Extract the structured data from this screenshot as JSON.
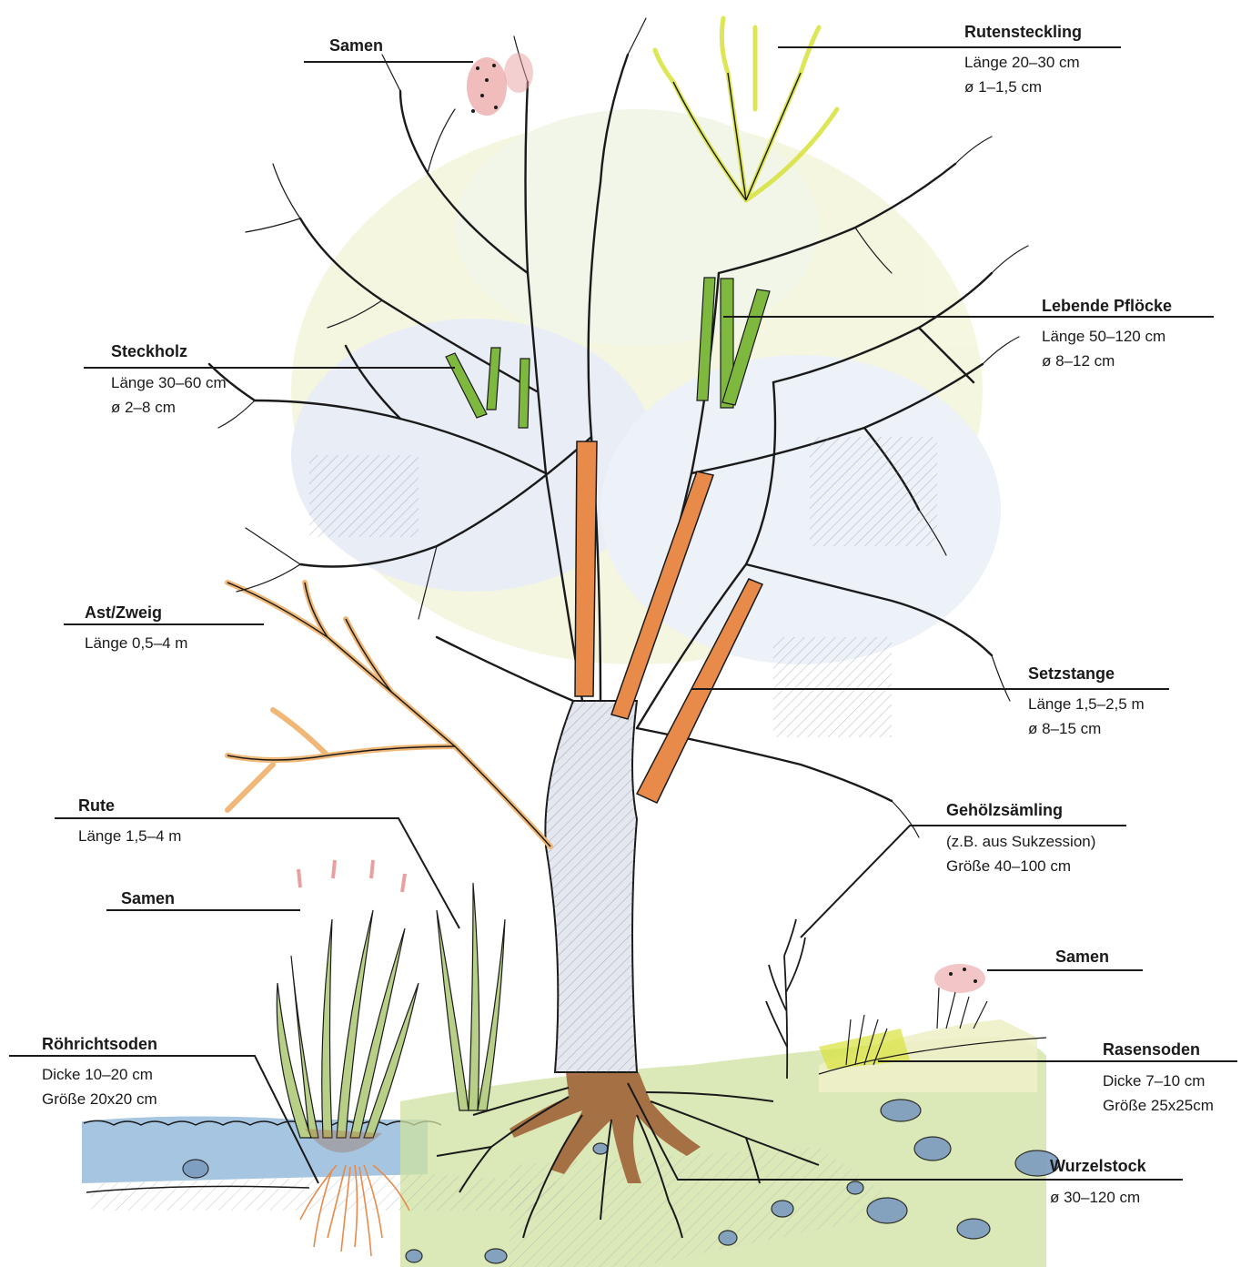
{
  "colors": {
    "ink": "#1a1a1a",
    "trunk": "#e4e7ee",
    "twig": "#d8e23a",
    "stake": "#7fb83e",
    "pole": "#e88a4a",
    "branch": "#f0b777",
    "root": "#9b5a2e",
    "water": "#8fb7d9",
    "grass": "#a9cf62",
    "seed": "#e9a0a0",
    "stone": "#7b9bbf"
  },
  "labels": {
    "samen_top": {
      "title": "Samen"
    },
    "rutensteckling": {
      "title": "Rutensteckling",
      "line1": "Länge 20–30 cm",
      "line2": "ø 1–1,5 cm"
    },
    "lebende_pfloecke": {
      "title": "Lebende Pflöcke",
      "line1": "Länge 50–120 cm",
      "line2": "ø 8–12 cm"
    },
    "steckholz": {
      "title": "Steckholz",
      "line1": "Länge 30–60 cm",
      "line2": "ø 2–8 cm"
    },
    "ast_zweig": {
      "title": "Ast/Zweig",
      "line1": "Länge 0,5–4 m"
    },
    "setzstange": {
      "title": "Setzstange",
      "line1": "Länge 1,5–2,5 m",
      "line2": "ø 8–15 cm"
    },
    "rute": {
      "title": "Rute",
      "line1": "Länge 1,5–4 m"
    },
    "gehoelzsaemling": {
      "title": "Gehölzsämling",
      "line1": "(z.B. aus Sukzession)",
      "line2": "Größe 40–100 cm"
    },
    "samen_left": {
      "title": "Samen"
    },
    "samen_right": {
      "title": "Samen"
    },
    "roehrichtsoden": {
      "title": "Röhrichtsoden",
      "line1": "Dicke 10–20 cm",
      "line2": "Größe 20x20 cm"
    },
    "rasensoden": {
      "title": "Rasensoden",
      "line1": "Dicke 7–10 cm",
      "line2": "Größe 25x25cm"
    },
    "wurzelstock": {
      "title": "Wurzelstock",
      "line1": "ø 30–120 cm"
    }
  }
}
